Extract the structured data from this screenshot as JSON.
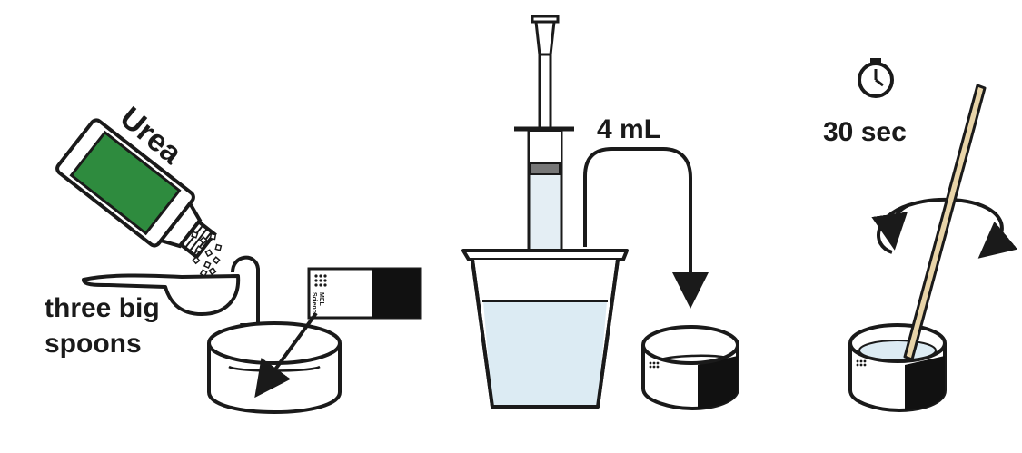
{
  "labels": {
    "bottle": "Urea",
    "spoons_line1": "three big",
    "spoons_line2": "spoons",
    "volume": "4 mL",
    "time": "30 sec",
    "sticker_brand_line1": "MEL",
    "sticker_brand_line2": "Science"
  },
  "colors": {
    "outline": "#1a1a1a",
    "bottle_label": "#2e8b3e",
    "liquid": "#dcebf3",
    "syringe_fill": "#e4eef4",
    "stir_stick": "#e8d4a8",
    "sticker_black": "#111111"
  },
  "icons": [
    "stopwatch-icon",
    "rotate-arrow-icon",
    "down-arrow-icon"
  ]
}
